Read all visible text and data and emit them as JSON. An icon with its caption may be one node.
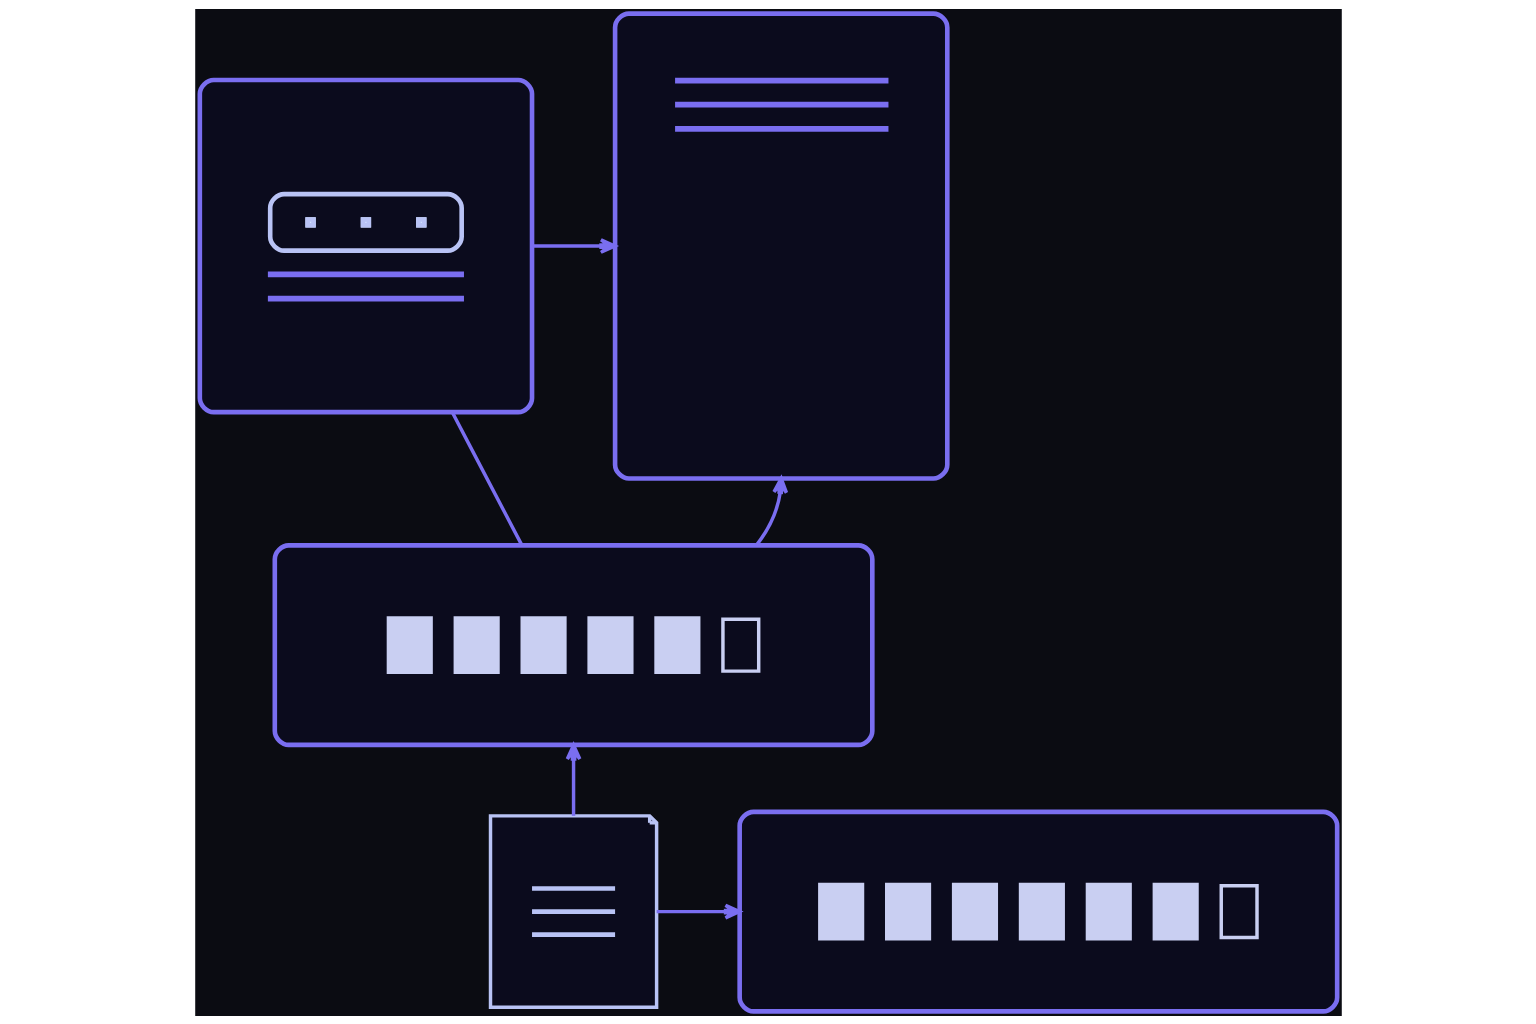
{
  "diagram": {
    "nodes": [
      {
        "text": [],
        "shape": "box"
      },
      {
        "text": [],
        "shape": "box"
      },
      {
        "text": [],
        "shape": "bar"
      },
      {
        "text": [],
        "shape": "document"
      },
      {
        "text": [],
        "shape": "bar"
      }
    ],
    "edges": [
      {
        "from": 0,
        "to": 1,
        "arrow": "to"
      },
      {
        "from": 0,
        "to": 2,
        "arrow": "none"
      },
      {
        "from": 2,
        "to": 1,
        "arrow": "to"
      },
      {
        "from": 3,
        "to": 2,
        "arrow": "to"
      },
      {
        "from": 3,
        "to": 4,
        "arrow": "to"
      }
    ]
  }
}
